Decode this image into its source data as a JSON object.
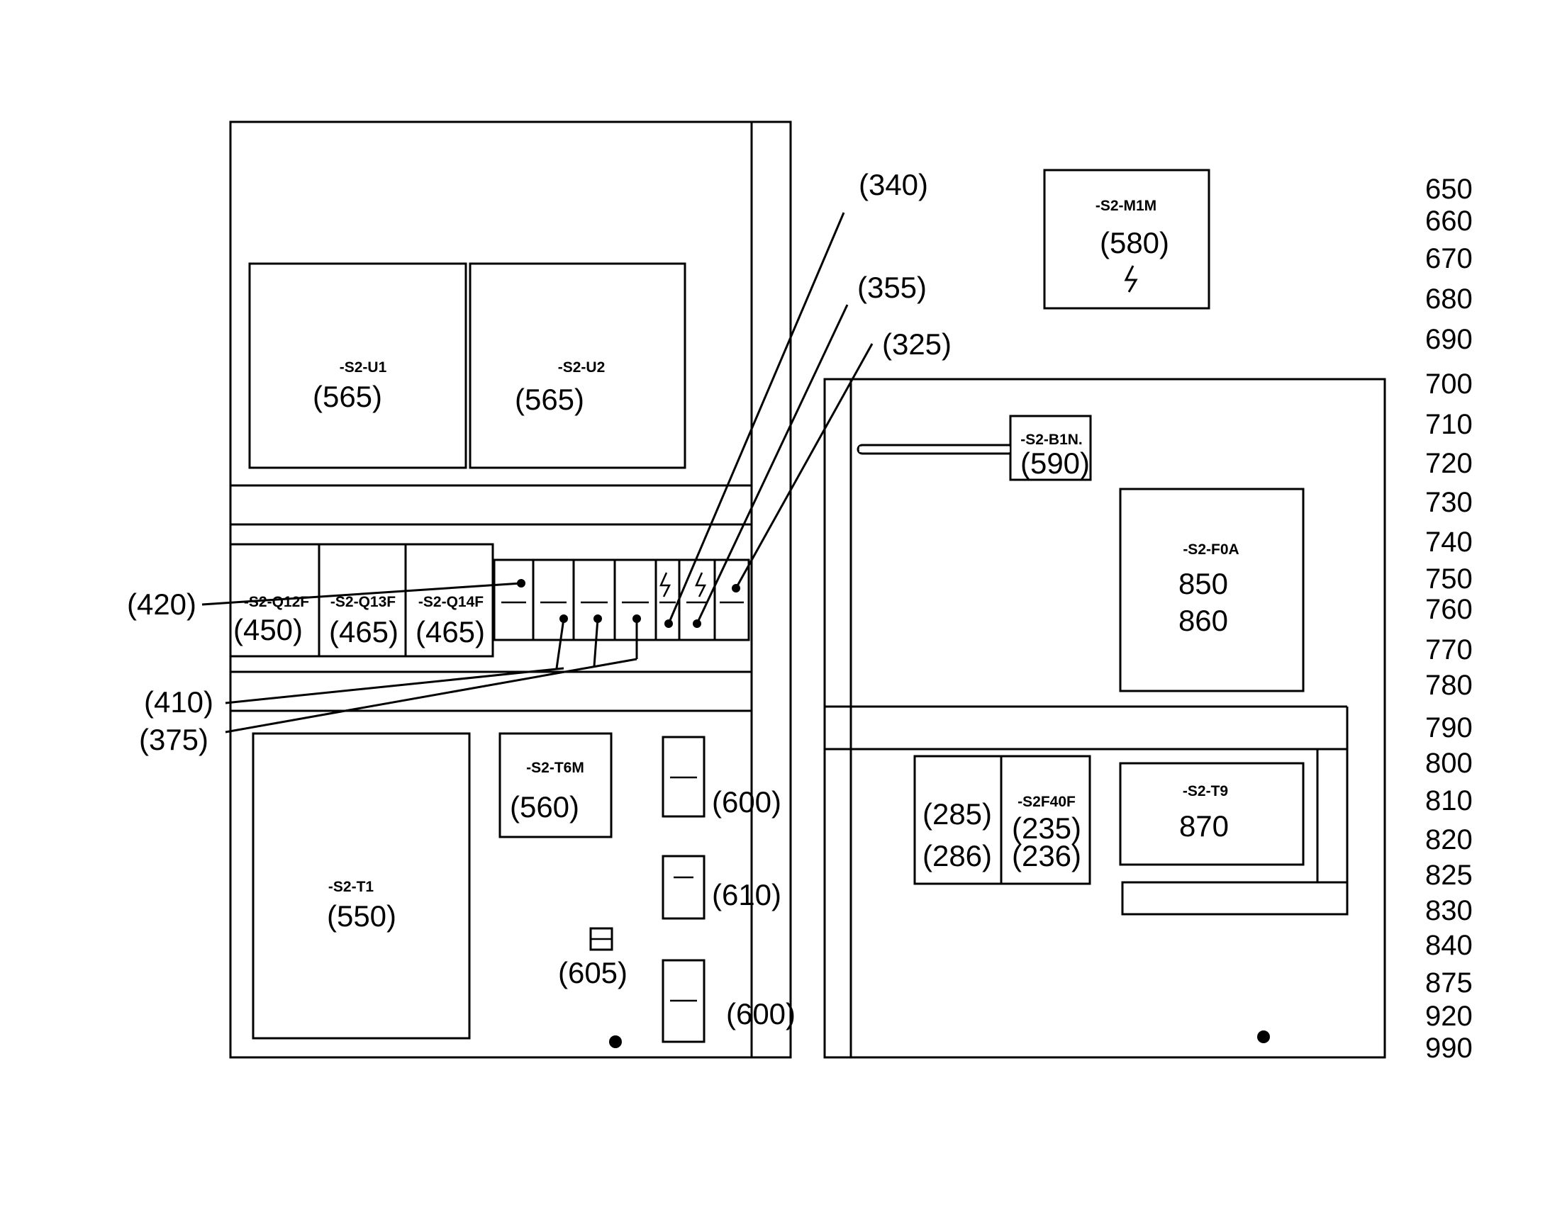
{
  "components": {
    "u1": {
      "tag": "-S2-U1",
      "ref": "(565)"
    },
    "u2": {
      "tag": "-S2-U2",
      "ref": "(565)"
    },
    "q12": {
      "tag": "-S2-Q12F",
      "ref": "(450)"
    },
    "q13": {
      "tag": "-S2-Q13F",
      "ref": "(465)"
    },
    "q14": {
      "tag": "-S2-Q14F",
      "ref": "(465)"
    },
    "t1": {
      "tag": "-S2-T1",
      "ref": "(550)"
    },
    "t6m": {
      "tag": "-S2-T6M",
      "ref": "(560)"
    },
    "m1m": {
      "tag": "-S2-M1M",
      "ref": "(580)"
    },
    "b1n": {
      "tag": "-S2-B1N.",
      "ref": "(590)"
    },
    "f0a": {
      "tag": "-S2-F0A",
      "ref1": "850",
      "ref2": "860"
    },
    "f40f": {
      "tag": "-S2F40F",
      "ref1": "(235)",
      "ref2": "(236)"
    },
    "left_of_f40f": {
      "ref1": "(285)",
      "ref2": "(286)"
    },
    "t9": {
      "tag": "-S2-T9",
      "ref": "870"
    }
  },
  "callouts": {
    "c340": "(340)",
    "c355": "(355)",
    "c325": "(325)",
    "c420": "(420)",
    "c410": "(410)",
    "c375": "(375)",
    "c600a": "(600)",
    "c610": "(610)",
    "c605": "(605)",
    "c600b": "(600)"
  },
  "scale_labels": [
    "650",
    "660",
    "670",
    "680",
    "690",
    "700",
    "710",
    "720",
    "730",
    "740",
    "750",
    "760",
    "770",
    "780",
    "790",
    "800",
    "810",
    "820",
    "825",
    "830",
    "840",
    "875",
    "920",
    "990"
  ]
}
